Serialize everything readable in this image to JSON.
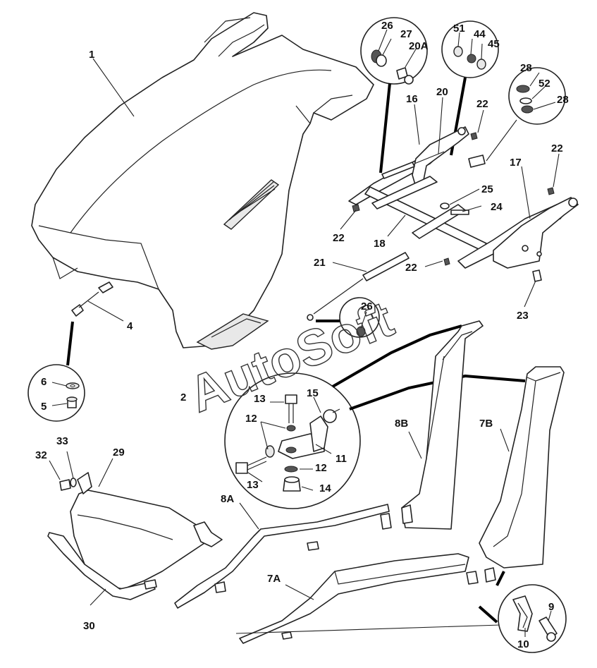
{
  "watermark": "AutoSoft",
  "callouts": {
    "c1": "1",
    "c2": "2",
    "c4": "4",
    "c5": "5",
    "c6": "6",
    "c7a": "7A",
    "c7b": "7B",
    "c8a": "8A",
    "c8b": "8B",
    "c9": "9",
    "c10": "10",
    "c11": "11",
    "c12a": "12",
    "c12b": "12",
    "c13a": "13",
    "c13b": "13",
    "c14": "14",
    "c15": "15",
    "c16": "16",
    "c17": "17",
    "c18": "18",
    "c20": "20",
    "c20a": "20A",
    "c21": "21",
    "c22a": "22",
    "c22b": "22",
    "c22c": "22",
    "c22d": "22",
    "c23": "23",
    "c24": "24",
    "c25": "25",
    "c26a": "26",
    "c26b": "26",
    "c27": "27",
    "c28a": "28",
    "c28b": "28",
    "c29": "29",
    "c30": "30",
    "c32": "32",
    "c33": "33",
    "c44": "44",
    "c45": "45",
    "c51": "51",
    "c52": "52"
  }
}
